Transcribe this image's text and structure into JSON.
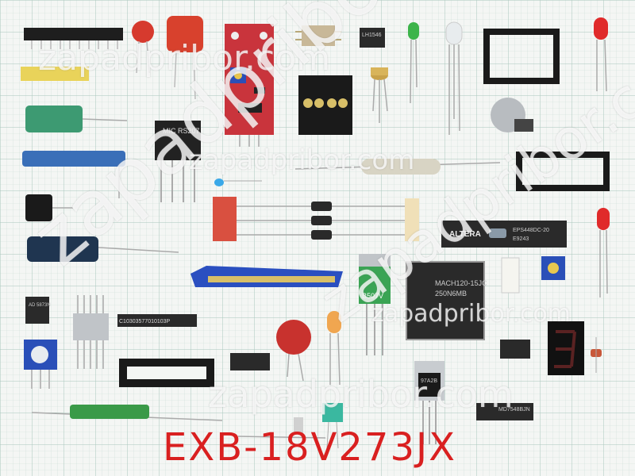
{
  "photo": {
    "part_number": "EXB-18V273JX",
    "watermark": "zapadpribor.com",
    "watermark_large": "zapadpribor.com",
    "colors": {
      "background": "#f4f6f4",
      "grid": "#b8d0c8",
      "part_number": "#d92020"
    }
  },
  "component_labels": {
    "dip_ic_top": "LH1546",
    "bridge_rectifier": "MIC RS207",
    "altera_chip_brand": "ALTERA",
    "altera_chip_part": "EPS448DC-20",
    "altera_chip_lot": "E9243",
    "plcc_chip_line1": "MACH120-15JC",
    "plcc_chip_line2": "250N6MB",
    "to220_green": "B507V",
    "small_dip_left": "AD 5873N",
    "resistor_array": "C10303577010103P",
    "dip_ic_bottom": "MD7548BJN",
    "to220_silver": "97A2B"
  }
}
